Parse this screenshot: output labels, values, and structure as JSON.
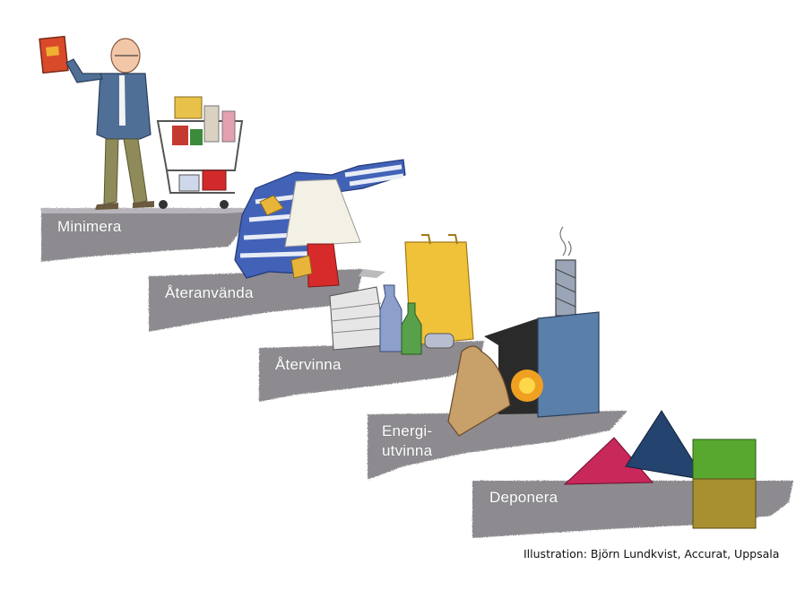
{
  "steps": [
    {
      "label": "Minimera"
    },
    {
      "label": "Återanvända"
    },
    {
      "label": "Återvinna"
    },
    {
      "label": "Energi-",
      "label2": "utvinna"
    },
    {
      "label": "Deponera"
    }
  ],
  "credit": "Illustration: Björn Lundkvist, Accurat, Uppsala",
  "colors": {
    "step_gray": "#8d8b8f",
    "step_shadow": "#cfcfd1",
    "label_text": "#ffffff"
  },
  "icons": [
    "shopper-with-cart-icon",
    "clothes-and-lamp-icon",
    "recycling-bottles-papers-icon",
    "furnace-stove-icon",
    "landfill-piles-icon"
  ]
}
